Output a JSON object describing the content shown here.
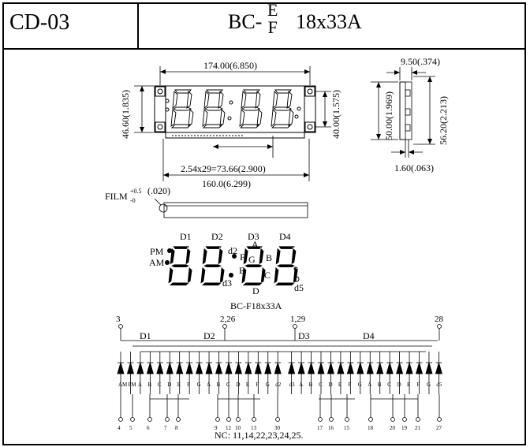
{
  "header": {
    "code": "CD-03",
    "model_prefix": "BC-",
    "model_variant_top": "E",
    "model_variant_bottom": "F",
    "model_size": "18x33A"
  },
  "dimensions": {
    "overall_width": "174.00(6.850)",
    "overall_height": "46.60(1.835)",
    "inner_height": "40.00(1.575)",
    "pitch": "2.54x29=73.66(2.900)",
    "hole_span": "160.0(6.299)",
    "side_depth": "9.50(.374)",
    "side_height_outer": "56.20(2.213)",
    "side_height_inner": "50.00(1.969)",
    "thickness": "1.60(.063)",
    "film": "FILM",
    "film_tol_plus": "+0.5",
    "film_tol_minus": "-0",
    "film_value": "(.020)"
  },
  "segment_labels": {
    "digits": [
      "D1",
      "D2",
      "D3",
      "D4"
    ],
    "pm": "PM",
    "am": "AM",
    "d2": "d2",
    "d3": "d3",
    "d5": "d5",
    "a": "A",
    "b": "B",
    "c": "C",
    "d": "D",
    "e": "E",
    "f": "F",
    "g": "G"
  },
  "schematic": {
    "title": "BC-F18x33A",
    "top_pins": [
      "3",
      "2,26",
      "1,29",
      "28"
    ],
    "digit_labels": [
      "D1",
      "D2",
      "D3",
      "D4"
    ],
    "diode_labels": [
      "AM",
      "PM",
      "A",
      "B",
      "C",
      "D",
      "E",
      "F",
      "G",
      "A",
      "B",
      "C",
      "D",
      "E",
      "F",
      "G",
      "d2",
      "d3",
      "A",
      "B",
      "C",
      "D",
      "E",
      "F",
      "G",
      "A",
      "B",
      "C",
      "D",
      "E",
      "F",
      "G",
      "d5"
    ],
    "bottom_pins": [
      "4",
      "5",
      "6",
      "7",
      "8",
      "9",
      "12",
      "10",
      "13",
      "30",
      "17",
      "16",
      "15",
      "18",
      "20",
      "19",
      "21",
      "27"
    ],
    "nc_note": "NC: 11,14,22,23,24,25."
  }
}
